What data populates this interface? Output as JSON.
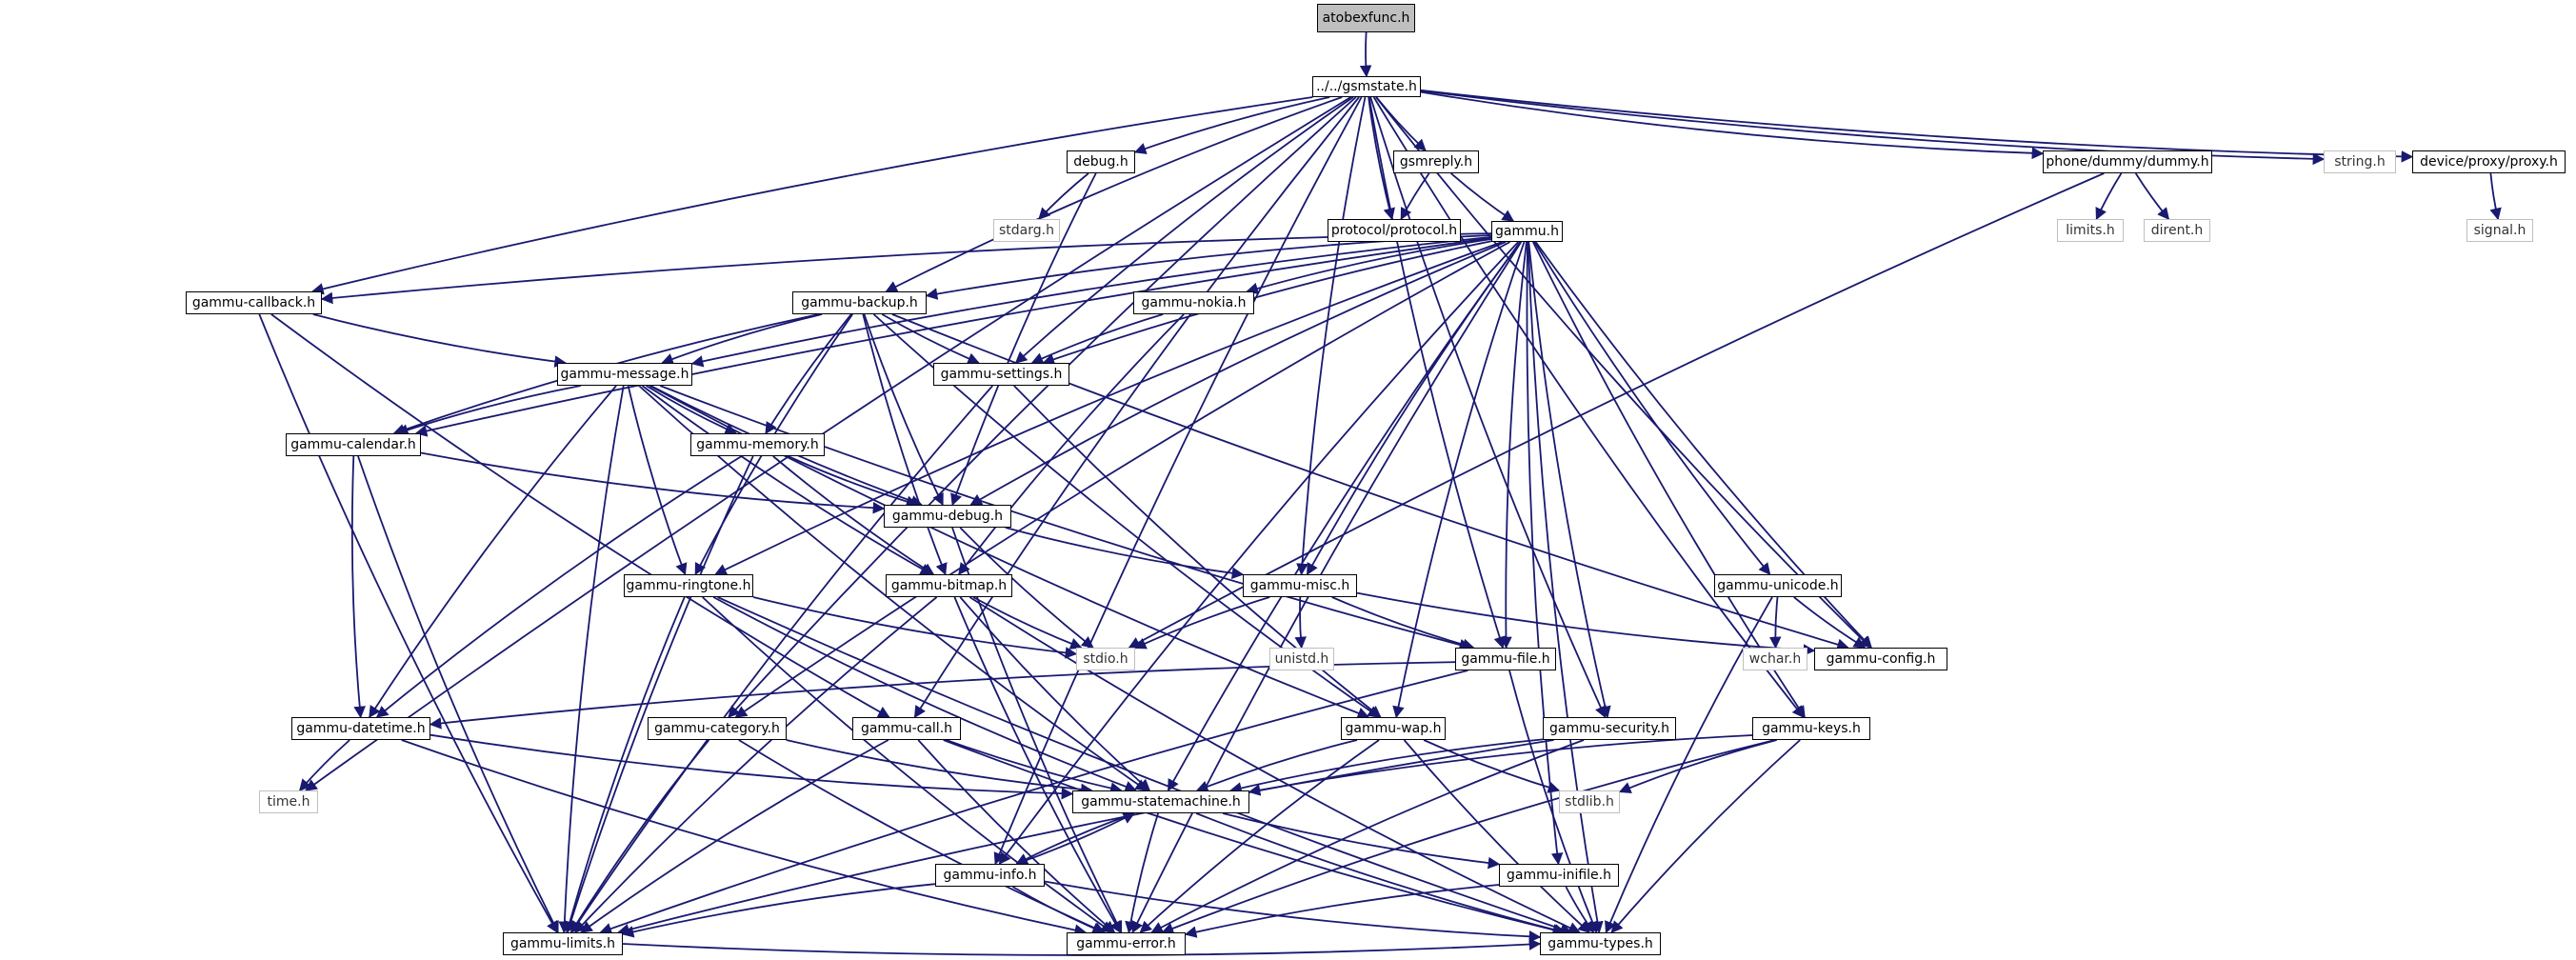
{
  "graph": {
    "title": "atobexfunc.h",
    "edge_color": "#191970",
    "root_fill": "#bfbfbf",
    "system_border": "#bfbfbf",
    "nodes": [
      {
        "id": "root",
        "label": "atobexfunc.h",
        "kind": "root"
      },
      {
        "id": "gsmstate",
        "label": "../../gsmstate.h",
        "kind": "local"
      },
      {
        "id": "debug",
        "label": "debug.h",
        "kind": "local"
      },
      {
        "id": "gsmreply",
        "label": "gsmreply.h",
        "kind": "local"
      },
      {
        "id": "dummy",
        "label": "phone/dummy/dummy.h",
        "kind": "local"
      },
      {
        "id": "stringh",
        "label": "string.h",
        "kind": "system"
      },
      {
        "id": "proxy",
        "label": "device/proxy/proxy.h",
        "kind": "local"
      },
      {
        "id": "stdarg",
        "label": "stdarg.h",
        "kind": "system"
      },
      {
        "id": "protocol",
        "label": "protocol/protocol.h",
        "kind": "local"
      },
      {
        "id": "gammu",
        "label": "gammu.h",
        "kind": "local"
      },
      {
        "id": "limits",
        "label": "limits.h",
        "kind": "system"
      },
      {
        "id": "dirent",
        "label": "dirent.h",
        "kind": "system"
      },
      {
        "id": "signal",
        "label": "signal.h",
        "kind": "system"
      },
      {
        "id": "callback",
        "label": "gammu-callback.h",
        "kind": "local"
      },
      {
        "id": "backup",
        "label": "gammu-backup.h",
        "kind": "local"
      },
      {
        "id": "nokia",
        "label": "gammu-nokia.h",
        "kind": "local"
      },
      {
        "id": "message",
        "label": "gammu-message.h",
        "kind": "local"
      },
      {
        "id": "settings",
        "label": "gammu-settings.h",
        "kind": "local"
      },
      {
        "id": "calendar",
        "label": "gammu-calendar.h",
        "kind": "local"
      },
      {
        "id": "memory",
        "label": "gammu-memory.h",
        "kind": "local"
      },
      {
        "id": "gdebug",
        "label": "gammu-debug.h",
        "kind": "local"
      },
      {
        "id": "ringtone",
        "label": "gammu-ringtone.h",
        "kind": "local"
      },
      {
        "id": "bitmap",
        "label": "gammu-bitmap.h",
        "kind": "local"
      },
      {
        "id": "misc",
        "label": "gammu-misc.h",
        "kind": "local"
      },
      {
        "id": "unicode",
        "label": "gammu-unicode.h",
        "kind": "local"
      },
      {
        "id": "stdio",
        "label": "stdio.h",
        "kind": "system"
      },
      {
        "id": "unistd",
        "label": "unistd.h",
        "kind": "system"
      },
      {
        "id": "gfile",
        "label": "gammu-file.h",
        "kind": "local"
      },
      {
        "id": "wchar",
        "label": "wchar.h",
        "kind": "system"
      },
      {
        "id": "config",
        "label": "gammu-config.h",
        "kind": "local"
      },
      {
        "id": "datetime",
        "label": "gammu-datetime.h",
        "kind": "local"
      },
      {
        "id": "category",
        "label": "gammu-category.h",
        "kind": "local"
      },
      {
        "id": "call",
        "label": "gammu-call.h",
        "kind": "local"
      },
      {
        "id": "wap",
        "label": "gammu-wap.h",
        "kind": "local"
      },
      {
        "id": "security",
        "label": "gammu-security.h",
        "kind": "local"
      },
      {
        "id": "keys",
        "label": "gammu-keys.h",
        "kind": "local"
      },
      {
        "id": "timeh",
        "label": "time.h",
        "kind": "system"
      },
      {
        "id": "statemachine",
        "label": "gammu-statemachine.h",
        "kind": "local"
      },
      {
        "id": "stdlib",
        "label": "stdlib.h",
        "kind": "system"
      },
      {
        "id": "info",
        "label": "gammu-info.h",
        "kind": "local"
      },
      {
        "id": "inifile",
        "label": "gammu-inifile.h",
        "kind": "local"
      },
      {
        "id": "glimits",
        "label": "gammu-limits.h",
        "kind": "local"
      },
      {
        "id": "error",
        "label": "gammu-error.h",
        "kind": "local"
      },
      {
        "id": "types",
        "label": "gammu-types.h",
        "kind": "local"
      }
    ],
    "edges": [
      [
        "root",
        "gsmstate"
      ],
      [
        "gsmstate",
        "debug"
      ],
      [
        "gsmstate",
        "gsmreply"
      ],
      [
        "gsmstate",
        "dummy"
      ],
      [
        "gsmstate",
        "stringh"
      ],
      [
        "gsmstate",
        "proxy"
      ],
      [
        "gsmstate",
        "protocol"
      ],
      [
        "gsmstate",
        "callback"
      ],
      [
        "gsmstate",
        "backup"
      ],
      [
        "gsmstate",
        "settings"
      ],
      [
        "gsmstate",
        "misc"
      ],
      [
        "gsmstate",
        "gfile"
      ],
      [
        "gsmstate",
        "config"
      ],
      [
        "gsmstate",
        "category"
      ],
      [
        "gsmstate",
        "call"
      ],
      [
        "gsmstate",
        "security"
      ],
      [
        "gsmstate",
        "keys"
      ],
      [
        "gsmstate",
        "timeh"
      ],
      [
        "gsmstate",
        "info"
      ],
      [
        "debug",
        "stdarg"
      ],
      [
        "debug",
        "gdebug"
      ],
      [
        "gsmreply",
        "protocol"
      ],
      [
        "gsmreply",
        "gammu"
      ],
      [
        "dummy",
        "limits"
      ],
      [
        "dummy",
        "dirent"
      ],
      [
        "dummy",
        "stdio"
      ],
      [
        "proxy",
        "signal"
      ],
      [
        "gammu",
        "callback"
      ],
      [
        "gammu",
        "backup"
      ],
      [
        "gammu",
        "nokia"
      ],
      [
        "gammu",
        "message"
      ],
      [
        "gammu",
        "settings"
      ],
      [
        "gammu",
        "calendar"
      ],
      [
        "gammu",
        "gdebug"
      ],
      [
        "gammu",
        "ringtone"
      ],
      [
        "gammu",
        "misc"
      ],
      [
        "gammu",
        "unicode"
      ],
      [
        "gammu",
        "gfile"
      ],
      [
        "gammu",
        "config"
      ],
      [
        "gammu",
        "category"
      ],
      [
        "gammu",
        "wap"
      ],
      [
        "gammu",
        "security"
      ],
      [
        "gammu",
        "keys"
      ],
      [
        "gammu",
        "statemachine"
      ],
      [
        "gammu",
        "info"
      ],
      [
        "gammu",
        "inifile"
      ],
      [
        "gammu",
        "error"
      ],
      [
        "gammu",
        "types"
      ],
      [
        "callback",
        "message"
      ],
      [
        "callback",
        "call"
      ],
      [
        "callback",
        "glimits"
      ],
      [
        "backup",
        "message"
      ],
      [
        "backup",
        "settings"
      ],
      [
        "backup",
        "calendar"
      ],
      [
        "backup",
        "memory"
      ],
      [
        "backup",
        "gdebug"
      ],
      [
        "backup",
        "ringtone"
      ],
      [
        "backup",
        "bitmap"
      ],
      [
        "backup",
        "wap"
      ],
      [
        "backup",
        "config"
      ],
      [
        "nokia",
        "settings"
      ],
      [
        "nokia",
        "bitmap"
      ],
      [
        "message",
        "calendar"
      ],
      [
        "message",
        "memory"
      ],
      [
        "message",
        "gdebug"
      ],
      [
        "message",
        "ringtone"
      ],
      [
        "message",
        "bitmap"
      ],
      [
        "message",
        "datetime"
      ],
      [
        "message",
        "gfile"
      ],
      [
        "message",
        "wap"
      ],
      [
        "message",
        "glimits"
      ],
      [
        "message",
        "statemachine"
      ],
      [
        "settings",
        "wap"
      ],
      [
        "settings",
        "glimits"
      ],
      [
        "calendar",
        "gdebug"
      ],
      [
        "calendar",
        "datetime"
      ],
      [
        "calendar",
        "glimits"
      ],
      [
        "memory",
        "gdebug"
      ],
      [
        "memory",
        "bitmap"
      ],
      [
        "memory",
        "datetime"
      ],
      [
        "memory",
        "glimits"
      ],
      [
        "gdebug",
        "misc"
      ],
      [
        "gdebug",
        "stdio"
      ],
      [
        "gdebug",
        "error"
      ],
      [
        "ringtone",
        "stdio"
      ],
      [
        "ringtone",
        "statemachine"
      ],
      [
        "ringtone",
        "glimits"
      ],
      [
        "ringtone",
        "error"
      ],
      [
        "ringtone",
        "types"
      ],
      [
        "bitmap",
        "stdio"
      ],
      [
        "bitmap",
        "statemachine"
      ],
      [
        "bitmap",
        "glimits"
      ],
      [
        "bitmap",
        "error"
      ],
      [
        "bitmap",
        "types"
      ],
      [
        "misc",
        "stdio"
      ],
      [
        "misc",
        "unistd"
      ],
      [
        "misc",
        "gfile"
      ],
      [
        "misc",
        "config"
      ],
      [
        "unicode",
        "wchar"
      ],
      [
        "unicode",
        "config"
      ],
      [
        "unicode",
        "types"
      ],
      [
        "gfile",
        "datetime"
      ],
      [
        "gfile",
        "types"
      ],
      [
        "gfile",
        "glimits"
      ],
      [
        "datetime",
        "timeh"
      ],
      [
        "datetime",
        "statemachine"
      ],
      [
        "datetime",
        "error"
      ],
      [
        "category",
        "statemachine"
      ],
      [
        "category",
        "glimits"
      ],
      [
        "category",
        "error"
      ],
      [
        "call",
        "statemachine"
      ],
      [
        "call",
        "glimits"
      ],
      [
        "call",
        "error"
      ],
      [
        "call",
        "types"
      ],
      [
        "wap",
        "statemachine"
      ],
      [
        "wap",
        "stdlib"
      ],
      [
        "wap",
        "error"
      ],
      [
        "wap",
        "types"
      ],
      [
        "security",
        "statemachine"
      ],
      [
        "security",
        "glimits"
      ],
      [
        "security",
        "error"
      ],
      [
        "keys",
        "statemachine"
      ],
      [
        "keys",
        "stdlib"
      ],
      [
        "keys",
        "error"
      ],
      [
        "keys",
        "types"
      ],
      [
        "statemachine",
        "info"
      ],
      [
        "statemachine",
        "inifile"
      ],
      [
        "statemachine",
        "error"
      ],
      [
        "statemachine",
        "types"
      ],
      [
        "info",
        "statemachine"
      ],
      [
        "info",
        "glimits"
      ],
      [
        "info",
        "error"
      ],
      [
        "info",
        "types"
      ],
      [
        "inifile",
        "error"
      ],
      [
        "inifile",
        "types"
      ],
      [
        "glimits",
        "types"
      ]
    ]
  }
}
